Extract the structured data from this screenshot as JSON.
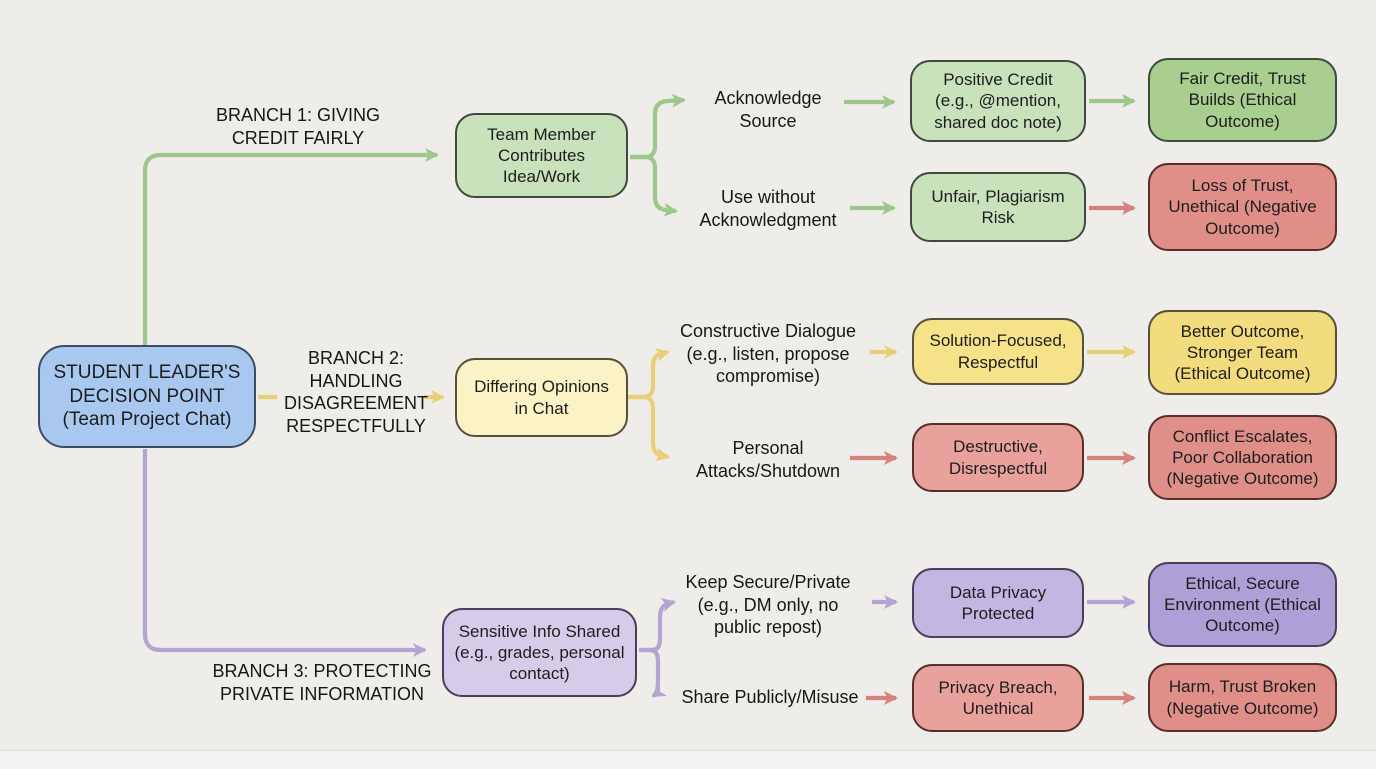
{
  "palette": {
    "background": "#eeedea",
    "line_green": "#9fc68b",
    "line_yellow": "#e9cf77",
    "line_red": "#d5837c",
    "line_purple": "#b2a7d3",
    "node_blue_fill": "#a9c8ef",
    "node_blue_border": "#3d4d63",
    "green_mid": "#c9e2bb",
    "green_strong": "#a8cf8f",
    "green_border": "#3e4a3e",
    "yellow_pale": "#fbf2c5",
    "yellow_mid": "#f6e289",
    "yellow_strong": "#f3dc7d",
    "yellow_border": "#57503a",
    "red_mid": "#e9a29b",
    "red_strong": "#e08f88",
    "red_border": "#572e29",
    "purple_pale": "#d7cbea",
    "purple_mid": "#c4b6e2",
    "purple_strong": "#aca0d6",
    "purple_border": "#46405a"
  },
  "root": {
    "label": "STUDENT LEADER'S DECISION POINT (Team Project Chat)"
  },
  "branches": [
    {
      "name": "BRANCH 1: GIVING CREDIT FAIRLY",
      "trigger": "Team Member Contributes Idea/Work",
      "paths": [
        {
          "choice": "Acknowledge Source",
          "result": "Positive Credit (e.g., @mention, shared doc note)",
          "outcome": "Fair Credit, Trust Builds (Ethical Outcome)"
        },
        {
          "choice": "Use without Acknowledgment",
          "result": "Unfair, Plagiarism Risk",
          "outcome": "Loss of Trust, Unethical (Negative Outcome)"
        }
      ]
    },
    {
      "name": "BRANCH 2: HANDLING DISAGREEMENT RESPECTFULLY",
      "trigger": "Differing Opinions in Chat",
      "paths": [
        {
          "choice": "Constructive Dialogue (e.g., listen, propose compromise)",
          "result": "Solution-Focused, Respectful",
          "outcome": "Better Outcome, Stronger Team (Ethical Outcome)"
        },
        {
          "choice": "Personal Attacks/Shutdown",
          "result": "Destructive, Disrespectful",
          "outcome": "Conflict Escalates, Poor Collaboration (Negative Outcome)"
        }
      ]
    },
    {
      "name": "BRANCH 3: PROTECTING PRIVATE INFORMATION",
      "trigger": "Sensitive Info Shared (e.g., grades, personal contact)",
      "paths": [
        {
          "choice": "Keep Secure/Private (e.g., DM only, no public repost)",
          "result": "Data Privacy Protected",
          "outcome": "Ethical, Secure Environment (Ethical Outcome)"
        },
        {
          "choice": "Share Publicly/Misuse",
          "result": "Privacy Breach, Unethical",
          "outcome": "Harm, Trust Broken (Negative Outcome)"
        }
      ]
    }
  ]
}
